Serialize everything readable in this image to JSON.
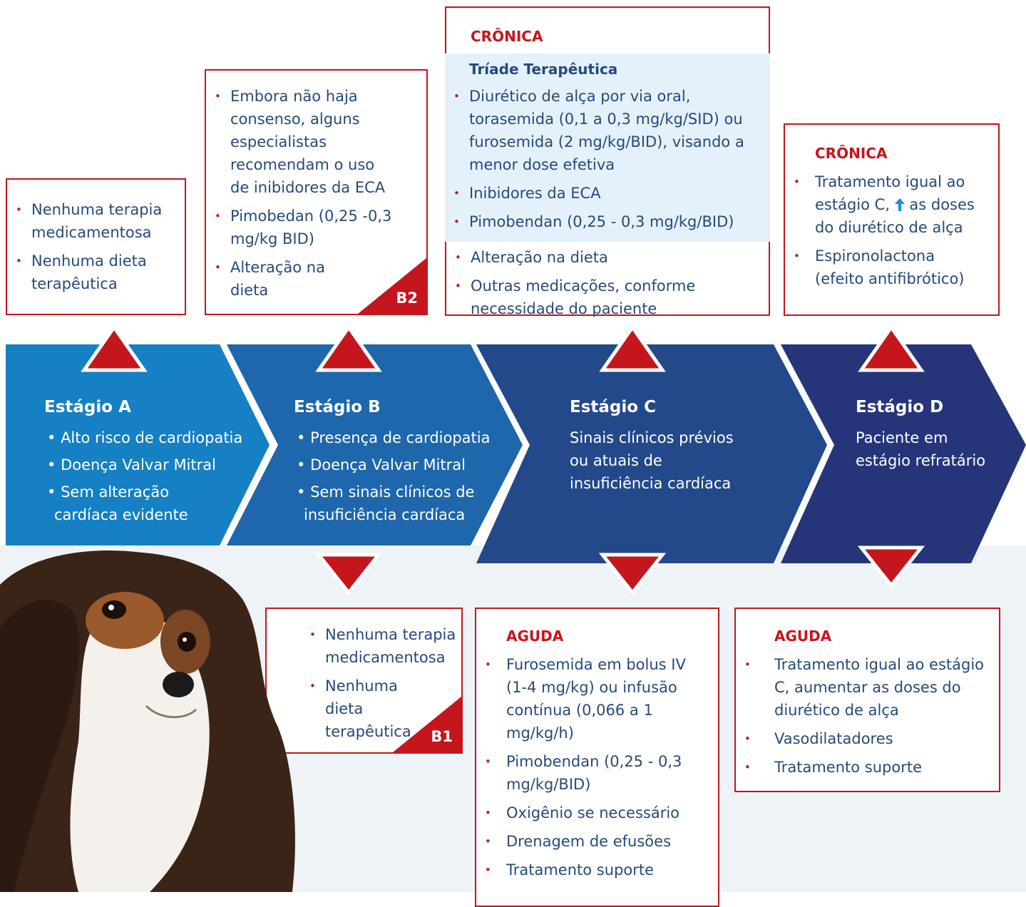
{
  "colors": {
    "stage_a": "#1580c3",
    "stage_b": "#1e67ac",
    "stage_c": "#23498a",
    "stage_d": "#26357a",
    "accent_red": "#c4161c",
    "text_blue": "#264a7c",
    "highlight_bg": "#e5f1fa"
  },
  "stages": [
    {
      "title": "Estágio A",
      "items": [
        "Alto risco de cardiopatia",
        "Doença Valvar Mitral",
        "Sem alteração cardíaca evidente"
      ]
    },
    {
      "title": "Estágio B",
      "items": [
        "Presença de cardiopatia",
        "Doença Valvar Mitral",
        "Sem sinais clínicos de insuficiência cardíaca"
      ]
    },
    {
      "title": "Estágio C",
      "text": "Sinais clínicos prévios ou atuais de insuficiência cardíaca"
    },
    {
      "title": "Estágio D",
      "text": "Paciente em estágio refratário"
    }
  ],
  "boxes": {
    "a_top": {
      "items": [
        "Nenhuma terapia medicamentosa",
        "Nenhuma dieta terapêutica"
      ]
    },
    "b_top": {
      "items": [
        "Embora não haja consenso, alguns especialistas recomendam o uso de inibidores da ECA",
        "Pimobedan (0,25 -0,3 mg/kg BID)",
        "Alteração na dieta"
      ],
      "corner": "B2"
    },
    "c_top": {
      "heading": "CRÔNICA",
      "subheading": "Tríade Terapêutica",
      "triad_items": [
        "Diurético de alça por via oral, torasemida (0,1 a 0,3 mg/kg/SID) ou furosemida (2 mg/kg/BID), visando a menor dose efetiva",
        "Inibidores da ECA",
        "Pimobendan (0,25 - 0,3 mg/kg/BID)"
      ],
      "items": [
        "Alteração na dieta",
        "Outras medicações, conforme necessidade do paciente"
      ]
    },
    "d_top": {
      "heading": "CRÔNICA",
      "item1_before": "Tratamento  igual ao estágio C,",
      "item1_after": "as doses do diurético de alça",
      "items": [
        "Espironolactona (efeito antifibrótico)"
      ]
    },
    "b_bottom": {
      "items": [
        "Nenhuma terapia medicamentosa",
        "Nenhuma dieta terapêutica"
      ],
      "corner": "B1"
    },
    "c_bottom": {
      "heading": "AGUDA",
      "items": [
        "Furosemida em bolus IV (1-4 mg/kg) ou infusão contínua (0,066 a 1 mg/kg/h)",
        "Pimobendan (0,25 - 0,3 mg/kg/BID)",
        "Oxigênio se necessário",
        "Drenagem de efusões",
        "Tratamento suporte"
      ]
    },
    "d_bottom": {
      "heading": "AGUDA",
      "items": [
        "Tratamento igual ao estágio C, aumentar as doses do diurético de alça",
        "Vasodilatadores",
        "Tratamento suporte"
      ]
    }
  }
}
